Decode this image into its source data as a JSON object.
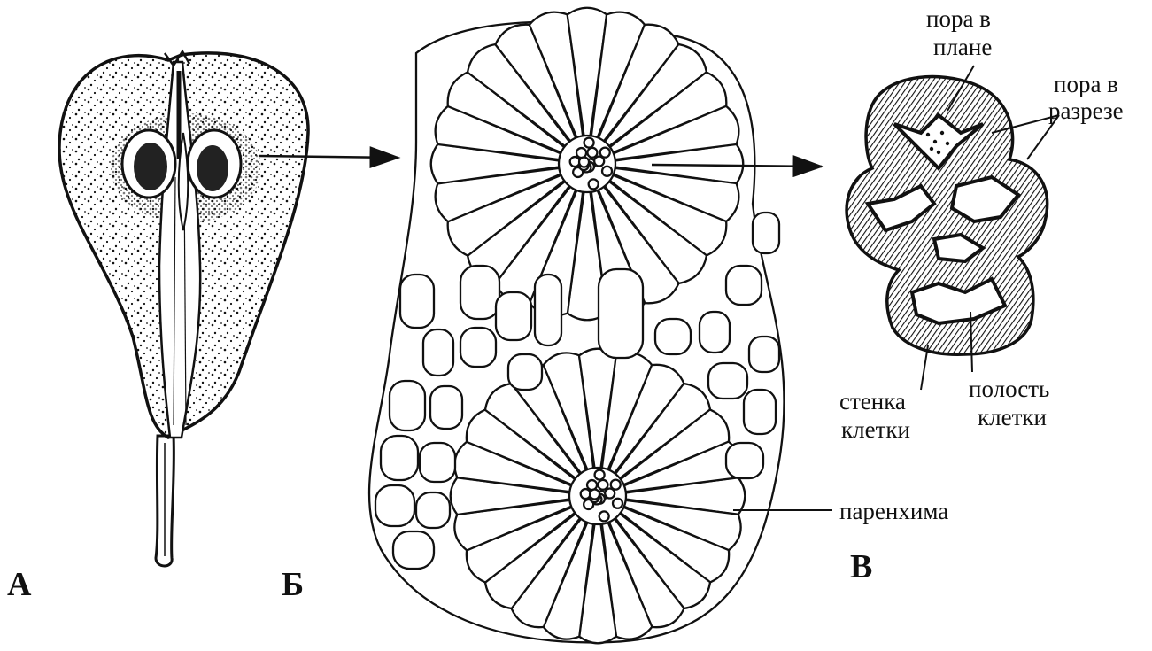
{
  "panels": {
    "a": {
      "letter": "А"
    },
    "b": {
      "letter": "Б"
    },
    "c": {
      "letter": "В"
    }
  },
  "labels": {
    "pore_plan": [
      "пора в",
      "плане"
    ],
    "pore_section": [
      "пора в",
      "разрезе"
    ],
    "cell_wall": [
      "стенка",
      "клетки"
    ],
    "cell_cavity": [
      "полость",
      "клетки"
    ],
    "parenchyma": "паренхима"
  },
  "colors": {
    "ink": "#111111",
    "paper": "#ffffff"
  }
}
